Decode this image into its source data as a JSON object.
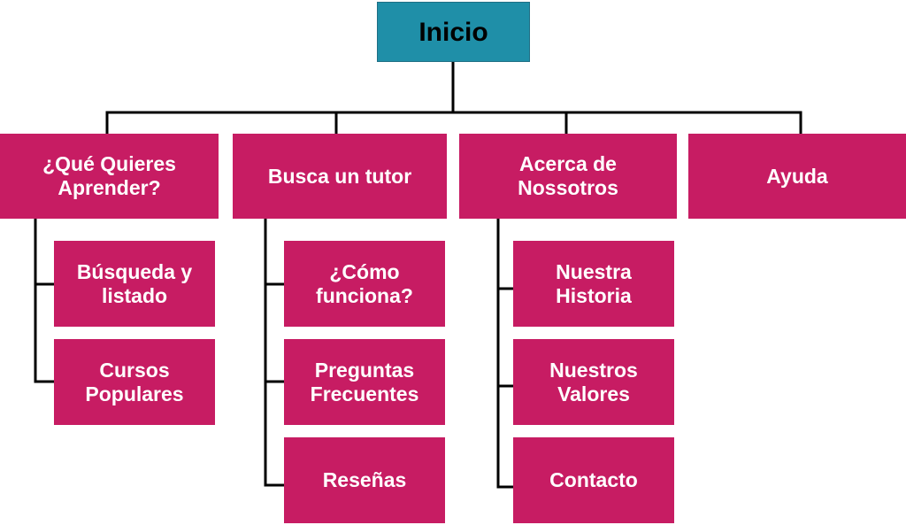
{
  "colors": {
    "root_fill": "#1f8fa8",
    "node_fill": "#c71c63",
    "line": "#000000",
    "root_text": "#000000",
    "node_text": "#ffffff"
  },
  "root": {
    "label": "Inicio"
  },
  "categories": [
    {
      "label": "¿Qué Quieres\nAprender?",
      "children": [
        "Búsqueda y\nlistado",
        "Cursos\nPopulares"
      ]
    },
    {
      "label": "Busca un tutor",
      "children": [
        "¿Cómo\nfunciona?",
        "Preguntas\nFrecuentes",
        "Reseñas"
      ]
    },
    {
      "label": "Acerca de\nNossotros",
      "children": [
        "Nuestra\nHistoria",
        "Nuestros\nValores",
        "Contacto"
      ]
    },
    {
      "label": "Ayuda",
      "children": []
    }
  ]
}
